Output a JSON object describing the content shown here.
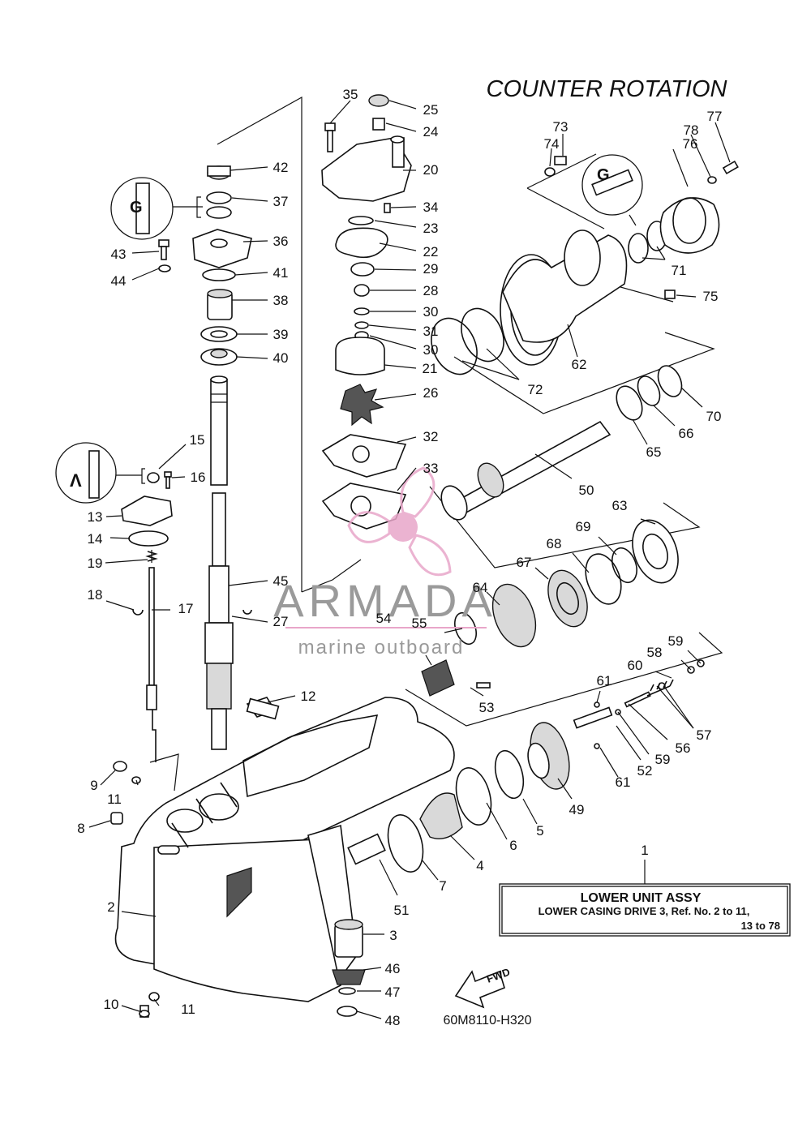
{
  "heading": "COUNTER  ROTATION",
  "diagram_code": "60M8110-H320",
  "assembly": {
    "title": "LOWER UNIT ASSY",
    "line1": "LOWER  CASING  DRIVE  3,   Ref.  No.  2  to  11,",
    "line2": "13  to  78"
  },
  "fwd_label": "FWD",
  "watermark": {
    "brand": "ARMADA",
    "tagline": "marine outboard",
    "colors": {
      "pink": "#e8a6c9",
      "text": "#9a9a9a"
    }
  },
  "callouts": [
    "1",
    "2",
    "3",
    "4",
    "5",
    "6",
    "7",
    "8",
    "9",
    "10",
    "11",
    "11",
    "12",
    "13",
    "14",
    "15",
    "16",
    "17",
    "18",
    "19",
    "20",
    "21",
    "22",
    "23",
    "24",
    "25",
    "26",
    "27",
    "28",
    "29",
    "30",
    "30",
    "31",
    "32",
    "33",
    "34",
    "35",
    "36",
    "37",
    "38",
    "39",
    "40",
    "41",
    "42",
    "43",
    "44",
    "45",
    "46",
    "47",
    "48",
    "49",
    "50",
    "51",
    "52",
    "53",
    "54",
    "55",
    "56",
    "57",
    "58",
    "59",
    "59",
    "60",
    "61",
    "61",
    "62",
    "63",
    "64",
    "65",
    "66",
    "67",
    "68",
    "69",
    "70",
    "71",
    "72",
    "73",
    "74",
    "75",
    "76",
    "77",
    "78"
  ]
}
